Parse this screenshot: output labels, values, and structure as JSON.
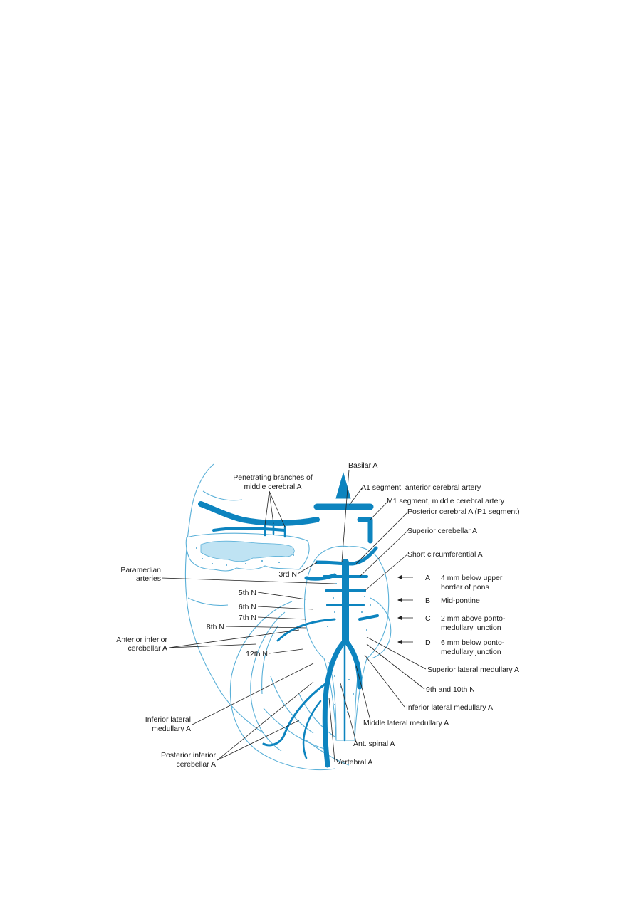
{
  "colors": {
    "vessel": "#0d84bf",
    "outline": "#5ab0d8",
    "light_fill": "#bfe3f3",
    "text": "#1a1a1a"
  },
  "labels": {
    "basilar": "Basilar A",
    "a1_segment": "A1 segment, anterior cerebral artery",
    "m1_segment": "M1 segment, middle cerebral artery",
    "posterior_cerebral": "Posterior cerebral A (P1 segment)",
    "superior_cerebellar": "Superior cerebellar A",
    "short_circumferential": "Short circumferential A",
    "penetrating_1": "Penetrating branches of",
    "penetrating_2": "middle cerebral A",
    "paramedian_1": "Paramedian",
    "paramedian_2": "arteries",
    "third_n": "3rd N",
    "fifth_n": "5th N",
    "sixth_n": "6th N",
    "seventh_n": "7th N",
    "eighth_n": "8th N",
    "aica_1": "Anterior inferior",
    "aica_2": "cerebellar A",
    "twelfth_n": "12th N",
    "sup_lat_medullary": "Superior lateral medullary A",
    "ninth_tenth_n": "9th and 10th N",
    "inf_lat_medullary_right": "Inferior lateral medullary A",
    "mid_lat_medullary": "Middle lateral medullary A",
    "inf_lat_medullary_left_1": "Inferior lateral",
    "inf_lat_medullary_left_2": "medullary A",
    "ant_spinal": "Ant. spinal A",
    "pica_1": "Posterior inferior",
    "pica_2": "cerebellar A",
    "vertebral": "Vertebral A"
  },
  "levels": [
    {
      "letter": "A",
      "line1": "4 mm below upper",
      "line2": "border of pons"
    },
    {
      "letter": "B",
      "line1": "Mid-pontine",
      "line2": ""
    },
    {
      "letter": "C",
      "line1": "2 mm above ponto-",
      "line2": "medullary junction"
    },
    {
      "letter": "D",
      "line1": "6 mm below ponto-",
      "line2": "medullary junction"
    }
  ]
}
